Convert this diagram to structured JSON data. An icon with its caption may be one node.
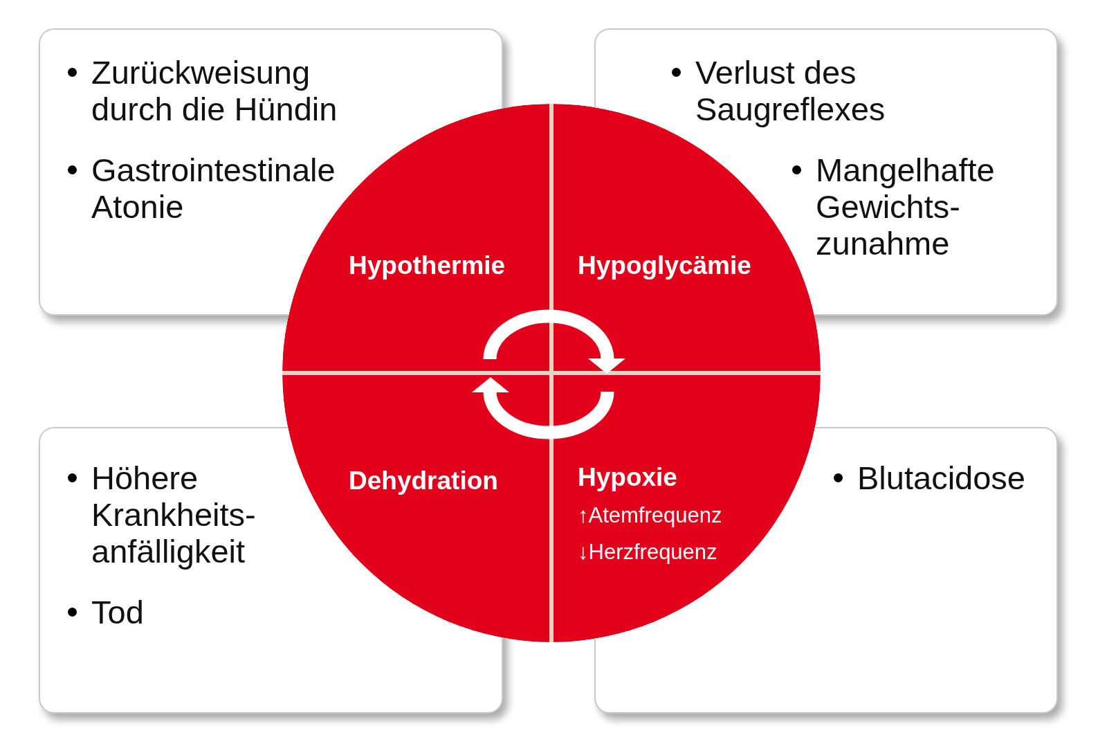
{
  "diagram": {
    "nodes": [
      {
        "text": [
          "Zurückweisung durch die Hündin",
          "Gastrointestinale Atonie"
        ]
      },
      {
        "text": [
          "Verlust des Saugreflexes",
          "Mangelhafte Gewichts- zunahme"
        ]
      },
      {
        "text": [
          "Hypothermie"
        ]
      },
      {
        "text": [
          "Hypoglycämie"
        ]
      },
      {
        "text": [
          "Dehydration"
        ]
      },
      {
        "text": [
          "Hypoxie",
          "↑Atemfrequenz",
          "↓Herzfrequenz"
        ]
      },
      {
        "text": [
          "Höhere Krankheits- anfälligkeit",
          "Tod"
        ]
      },
      {
        "text": [
          "Blutacidose"
        ]
      }
    ]
  }
}
